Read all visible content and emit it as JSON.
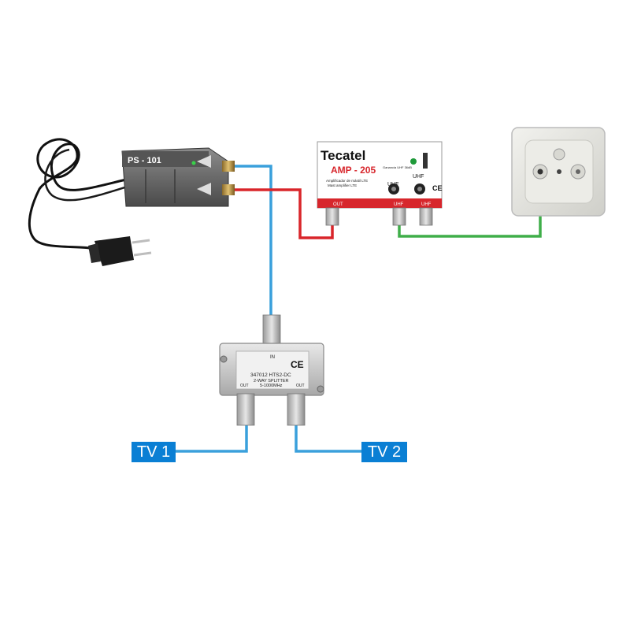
{
  "power_supply": {
    "label": "PS - 101"
  },
  "amplifier": {
    "brand": "Tecatel",
    "model": "AMP - 205",
    "desc_line1": "Amplificador de mástil LTE",
    "desc_line2": "Mast amplifier LTE",
    "gain_text": "Ganancia UHF 36dB",
    "port_out": "OUT",
    "port_uhf_a": "UHF",
    "port_uhf_b": "UHF",
    "knob_a": "UHF",
    "knob_b": "UHF",
    "ce": "CE"
  },
  "splitter": {
    "model": "347012 HTS2-DC",
    "type": "2-WAY SPLITTER",
    "freq": "5-1000MHz",
    "in": "IN",
    "out_left": "OUT",
    "out_right": "OUT",
    "ce": "CE"
  },
  "outputs": {
    "tv1": "TV 1",
    "tv2": "TV 2"
  },
  "colors": {
    "cable_blue": "#3aa0dc",
    "cable_red": "#d9252a",
    "cable_green": "#3fae49",
    "label_bg": "#0a7fd4",
    "amp_red": "#d7262c"
  }
}
